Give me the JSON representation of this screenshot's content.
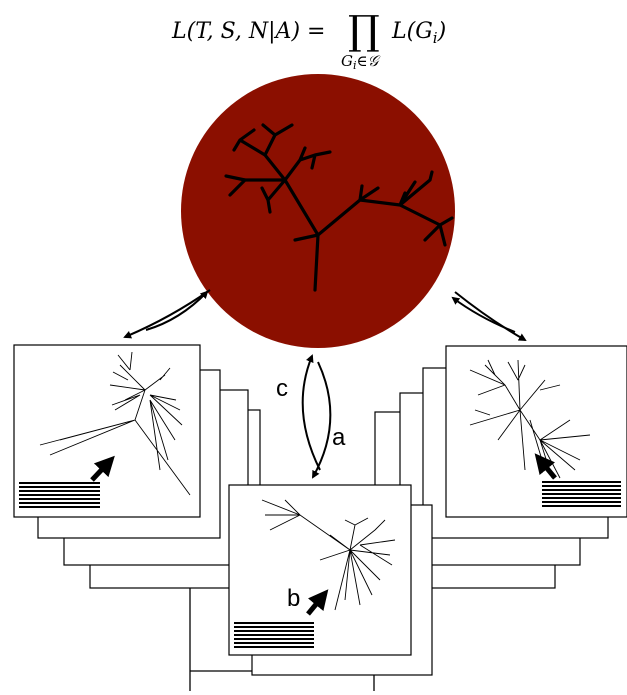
{
  "formula": {
    "lhs": "L(T, S, N|A) =",
    "product_symbol": "∏",
    "subscript": "G",
    "subscript_index": "i",
    "subscript_set": "∈𝒢",
    "rhs": "L(G",
    "rhs_index": "i",
    "rhs_close": ")"
  },
  "labels": {
    "a": "a",
    "b": "b",
    "c": "c"
  },
  "colors": {
    "species_tree_disk": "#8b0f00",
    "line": "#000000",
    "panel_fill": "#ffffff"
  }
}
